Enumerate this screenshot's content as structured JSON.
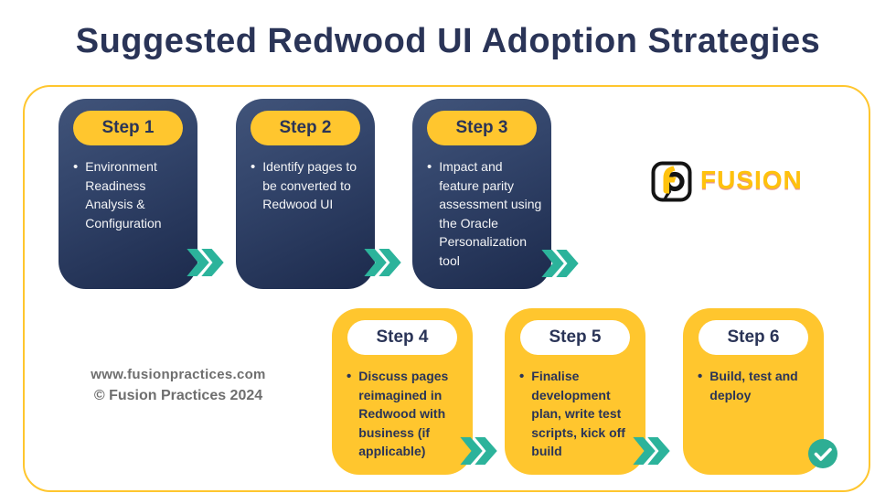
{
  "title": "Suggested Redwood UI Adoption Strategies",
  "brand": {
    "name": "FUSION",
    "logo_icon": "fusion-f-logo"
  },
  "watermark": {
    "line1": "www.fusionpractices.com",
    "line2": "© Fusion Practices 2024"
  },
  "steps": [
    {
      "label": "Step 1",
      "text": "Environment Readiness Analysis & Configuration",
      "theme": "dark-navy"
    },
    {
      "label": "Step 2",
      "text": "Identify pages to be converted to Redwood UI",
      "theme": "dark-navy"
    },
    {
      "label": "Step 3",
      "text": "Impact and feature parity assessment using the Oracle Personalization tool",
      "theme": "dark-navy"
    },
    {
      "label": "Step 4",
      "text": "Discuss pages reimagined in Redwood with business (if applicable)",
      "theme": "yellow"
    },
    {
      "label": "Step 5",
      "text": "Finalise development plan, write test scripts, kick off build",
      "theme": "yellow"
    },
    {
      "label": "Step 6",
      "text": "Build, test and deploy",
      "theme": "yellow"
    }
  ],
  "bullet_glyph": "•",
  "icons": {
    "arrow": "double-chevron-right",
    "completion": "check-circle"
  },
  "colors": {
    "accent_yellow": "#FFC62E",
    "navy": "#2A3457",
    "card_gradient_start": "#41547A",
    "card_gradient_end": "#1C2A4C",
    "teal_arrow": "#2CB39B",
    "check_green": "#2EAE94",
    "brand_yellow": "#FFC20D",
    "watermark_gray": "#6E6E6E"
  }
}
